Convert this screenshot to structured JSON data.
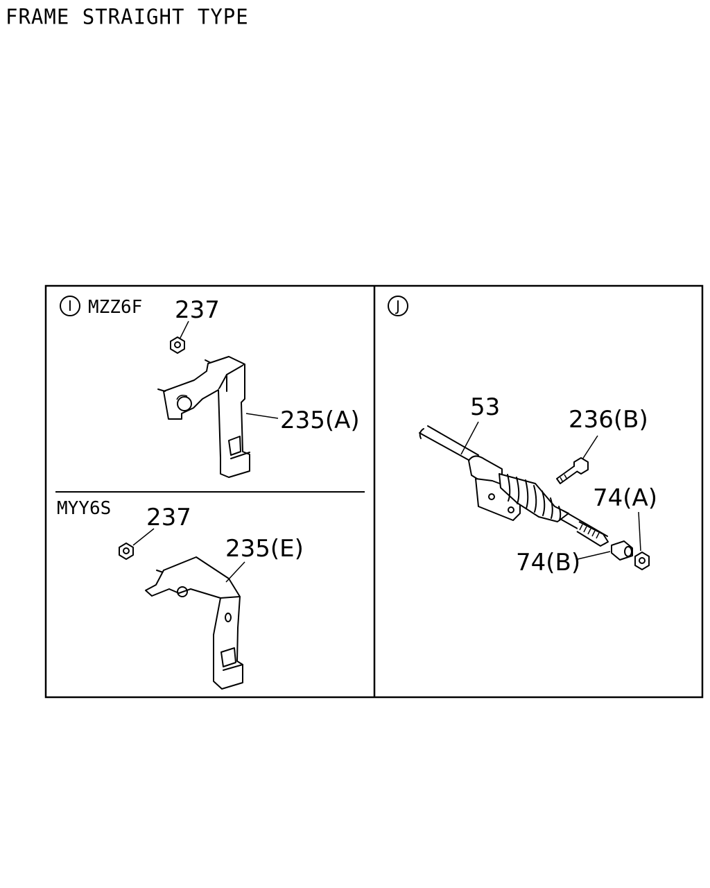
{
  "title": "FRAME STRAIGHT TYPE",
  "panels": {
    "left": {
      "marker": "I",
      "top": {
        "code": "MZZ6F",
        "labels": {
          "nut": "237",
          "bracket": "235(A)"
        }
      },
      "bottom": {
        "code": "MYY6S",
        "labels": {
          "nut": "237",
          "bracket": "235(E)"
        }
      }
    },
    "right": {
      "marker": "J",
      "labels": {
        "cable": "53",
        "bolt": "236(B)",
        "nut": "74(A)",
        "collar": "74(B)"
      }
    }
  }
}
